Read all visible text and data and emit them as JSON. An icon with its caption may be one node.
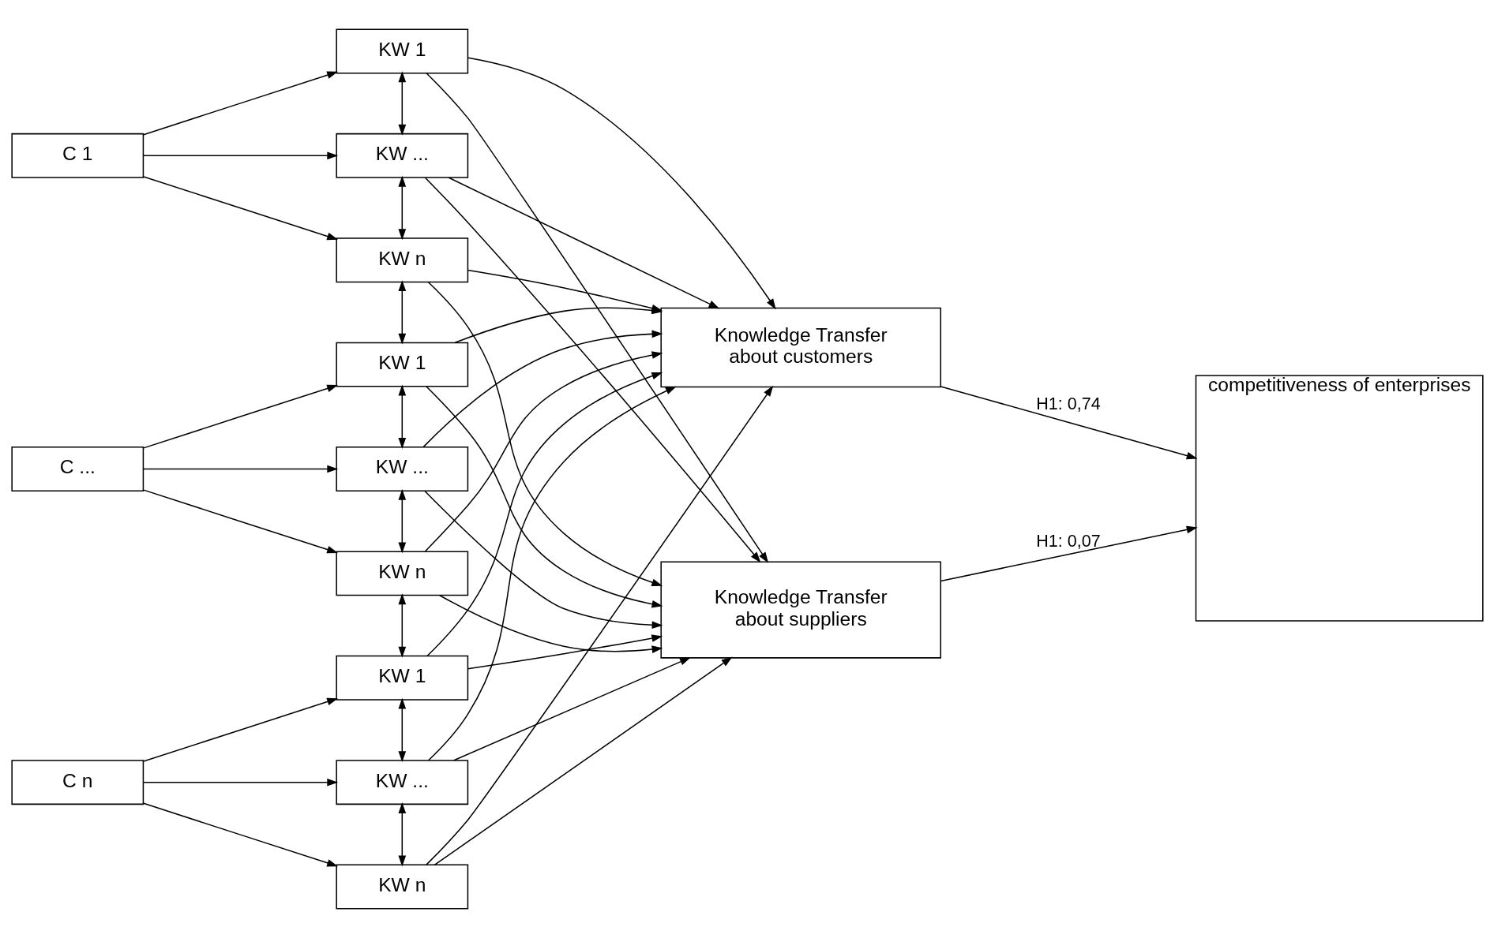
{
  "diagram": {
    "nodes": [
      {
        "text": [
          "C 1"
        ]
      },
      {
        "text": [
          "KW 1"
        ]
      },
      {
        "text": [
          "KW ..."
        ]
      },
      {
        "text": [
          "KW n"
        ]
      },
      {
        "text": [
          "C ..."
        ]
      },
      {
        "text": [
          "KW 1"
        ]
      },
      {
        "text": [
          "KW ..."
        ]
      },
      {
        "text": [
          "KW n"
        ]
      },
      {
        "text": [
          "C n"
        ]
      },
      {
        "text": [
          "KW 1"
        ]
      },
      {
        "text": [
          "KW ..."
        ]
      },
      {
        "text": [
          "KW n"
        ]
      },
      {
        "text": [
          "Knowledge Transfer",
          "about customers"
        ]
      },
      {
        "text": [
          "Knowledge Transfer",
          "about suppliers"
        ]
      },
      {
        "text": [
          "competitiveness of enterprises"
        ]
      }
    ],
    "edges": [
      {
        "from": 0,
        "to": 1,
        "arrow": "to"
      },
      {
        "from": 0,
        "to": 2,
        "arrow": "to"
      },
      {
        "from": 0,
        "to": 3,
        "arrow": "to"
      },
      {
        "from": 4,
        "to": 5,
        "arrow": "to"
      },
      {
        "from": 4,
        "to": 6,
        "arrow": "to"
      },
      {
        "from": 4,
        "to": 7,
        "arrow": "to"
      },
      {
        "from": 8,
        "to": 9,
        "arrow": "to"
      },
      {
        "from": 8,
        "to": 10,
        "arrow": "to"
      },
      {
        "from": 8,
        "to": 11,
        "arrow": "to"
      },
      {
        "from": 1,
        "to": 2,
        "arrow": "both"
      },
      {
        "from": 2,
        "to": 3,
        "arrow": "both"
      },
      {
        "from": 3,
        "to": 5,
        "arrow": "both"
      },
      {
        "from": 5,
        "to": 6,
        "arrow": "both"
      },
      {
        "from": 6,
        "to": 7,
        "arrow": "both"
      },
      {
        "from": 7,
        "to": 9,
        "arrow": "both"
      },
      {
        "from": 9,
        "to": 10,
        "arrow": "both"
      },
      {
        "from": 10,
        "to": 11,
        "arrow": "both"
      },
      {
        "from": 1,
        "to": 12,
        "arrow": "to"
      },
      {
        "from": 1,
        "to": 13,
        "arrow": "to"
      },
      {
        "from": 2,
        "to": 12,
        "arrow": "to"
      },
      {
        "from": 2,
        "to": 13,
        "arrow": "to"
      },
      {
        "from": 3,
        "to": 12,
        "arrow": "to"
      },
      {
        "from": 3,
        "to": 13,
        "arrow": "to"
      },
      {
        "from": 5,
        "to": 12,
        "arrow": "to"
      },
      {
        "from": 5,
        "to": 13,
        "arrow": "to"
      },
      {
        "from": 6,
        "to": 12,
        "arrow": "to"
      },
      {
        "from": 6,
        "to": 13,
        "arrow": "to"
      },
      {
        "from": 7,
        "to": 12,
        "arrow": "to"
      },
      {
        "from": 7,
        "to": 13,
        "arrow": "to"
      },
      {
        "from": 9,
        "to": 12,
        "arrow": "to"
      },
      {
        "from": 9,
        "to": 13,
        "arrow": "to"
      },
      {
        "from": 10,
        "to": 12,
        "arrow": "to"
      },
      {
        "from": 10,
        "to": 13,
        "arrow": "to"
      },
      {
        "from": 11,
        "to": 12,
        "arrow": "to"
      },
      {
        "from": 11,
        "to": 13,
        "arrow": "to"
      },
      {
        "from": 12,
        "to": 14,
        "arrow": "to",
        "label": "H1: 0,74"
      },
      {
        "from": 13,
        "to": 14,
        "arrow": "to",
        "label": "H1: 0,07"
      }
    ]
  }
}
